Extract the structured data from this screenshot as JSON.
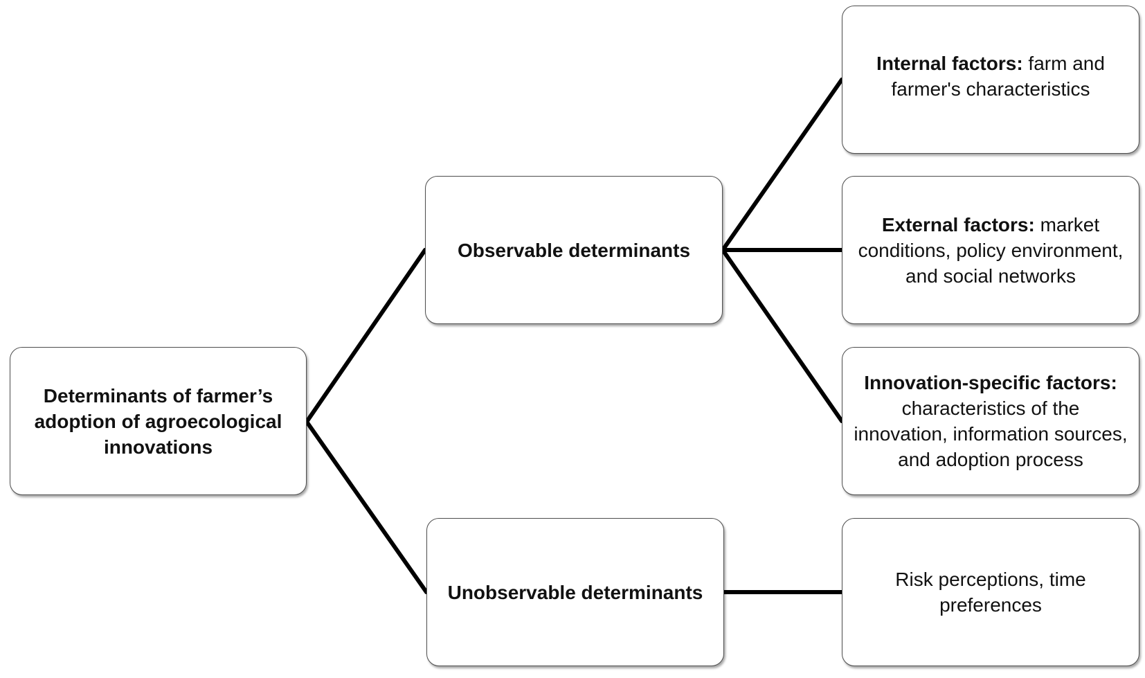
{
  "root": {
    "label": "Determinants of farmer’s adoption of agroecological innovations"
  },
  "observable": {
    "label": "Observable determinants"
  },
  "unobservable": {
    "label": "Unobservable determinants"
  },
  "internal": {
    "heading": "Internal factors:",
    "text": " farm and farmer's characteristics"
  },
  "external": {
    "heading": "External factors:",
    "text": " market conditions, policy environment, and social networks"
  },
  "innovation": {
    "heading": "Innovation-specific factors:",
    "text": " characteristics of the innovation, information sources, and adoption process"
  },
  "risk": {
    "text": "Risk perceptions, time preferences"
  }
}
